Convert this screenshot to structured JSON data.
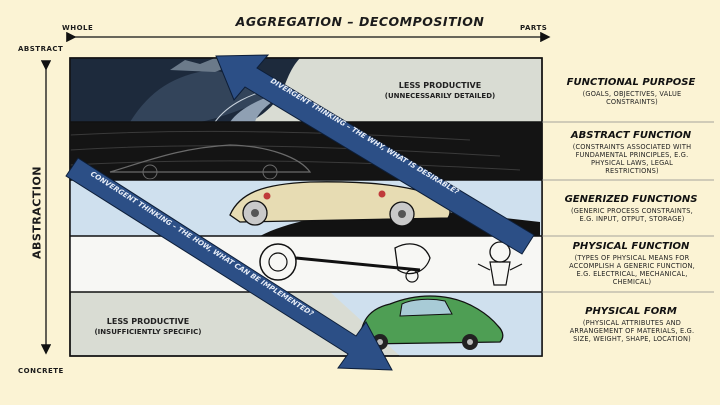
{
  "header": {
    "title": "AGGREGATION – DECOMPOSITION",
    "left_label": "WHOLE",
    "right_label": "PARTS"
  },
  "vertical_axis": {
    "title": "ABSTRACTION",
    "top_label": "ABSTRACT",
    "bottom_label": "CONCRETE"
  },
  "zones": {
    "top_right": {
      "line1": "LESS PRODUCTIVE",
      "line2": "(UNNECESSARILY DETAILED)"
    },
    "bottom_left": {
      "line1": "LESS PRODUCTIVE",
      "line2": "(INSUFFICIENTLY SPECIFIC)"
    }
  },
  "arrows": {
    "divergent": "DIVERGENT THINKING – THE WHY, WHAT IS DESIRABLE?",
    "convergent": "CONVERGENT THINKING – THE HOW, WHAT CAN BE IMPLEMENTED?"
  },
  "levels": [
    {
      "title": "FUNCTIONAL PURPOSE",
      "desc": [
        "(GOALS, OBJECTIVES, VALUE",
        "CONSTRAINTS)"
      ]
    },
    {
      "title": "ABSTRACT FUNCTION",
      "desc": [
        "(CONSTRAINTS ASSOCIATED WITH",
        "FUNDAMENTAL PRINCIPLES, E.G.",
        "PHYSICAL LAWS, LEGAL",
        "RESTRICTIONS)"
      ]
    },
    {
      "title": "GENERIZED FUNCTIONS",
      "desc": [
        "(GENERIC PROCESS CONSTRAINTS,",
        "E.G. INPUT, OTPUT, STORAGE)"
      ]
    },
    {
      "title": "PHYSICAL FUNCTION",
      "desc": [
        "(TYPES OF PHYSICAL MEANS FOR",
        "ACCOMPLISH A GENERIC FUNCTION,",
        "E.G. ELECTRICAL, MECHANICAL,",
        "CHEMICAL)"
      ]
    },
    {
      "title": "PHYSICAL FORM",
      "desc": [
        "(PHYSICAL ATTRIBUTES AND",
        "ARRANGEMENT OF MATERIALS, E.G.",
        "SIZE, WEIGHT, SHAPE, LOCATION)"
      ]
    }
  ],
  "colors": {
    "background": "#fbf3d4",
    "diagonal_arrow": "#2c4f86",
    "arrow_text": "#e8eef8",
    "panel_grey": "#d9dcd3",
    "band_light_blue": "#cfe0ee",
    "car_green": "#4e9e54"
  }
}
